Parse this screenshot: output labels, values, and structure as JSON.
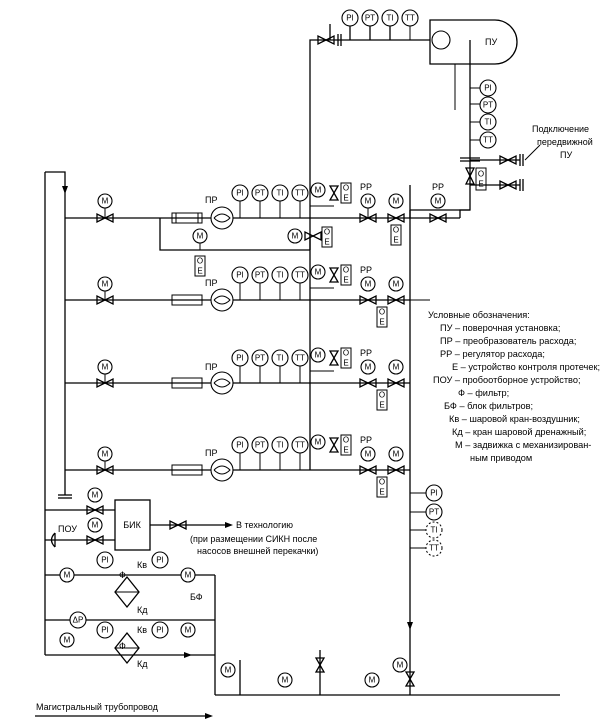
{
  "labels": {
    "pu": "ПУ",
    "pr": "ПР",
    "rr": "РР",
    "bik": "БИК",
    "pou": "ПОУ",
    "bf": "БФ",
    "kv": "Кв",
    "kd": "Кд",
    "f": "Ф",
    "m": "М",
    "o": "О",
    "e": "Е",
    "dp": "ΔP"
  },
  "instruments": {
    "pi": "PI",
    "pt": "PT",
    "ti": "TI",
    "tt": "TT"
  },
  "connection": {
    "line1": "Подключение",
    "line2": "передвижной",
    "line3": "ПУ"
  },
  "technology": {
    "line1": "В технологию",
    "line2": "(при размещении СИКН после",
    "line3": "насосов внешней перекачки)"
  },
  "main_pipeline": "Магистральный трубопровод",
  "legend": {
    "title": "Условные обозначения:",
    "items": [
      "ПУ – поверочная установка;",
      "ПР – преобразователь расхода;",
      "РР – регулятор расхода;",
      "Е – устройство контроля протечек;",
      "ПОУ – пробоотборное устройство;",
      "Ф – фильтр;",
      "БФ – блок фильтров;",
      "Кв – шаровой кран-воздушник;",
      "Кд – кран шаровой дренажный;",
      "М – задвижка с механизирован-",
      "ным приводом"
    ]
  }
}
